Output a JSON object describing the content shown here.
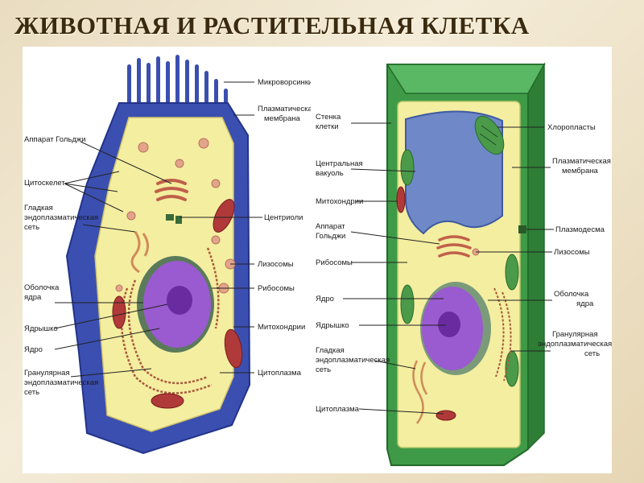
{
  "title": "ЖИВОТНАЯ И РАСТИТЕЛЬНАЯ  КЛЕТКА",
  "animal_cell": {
    "labels": {
      "microvilli": "Микроворсинки",
      "plasma_membrane_1": "Плазматическая",
      "plasma_membrane_2": "мембрана",
      "golgi": "Аппарат Гольджи",
      "cytoskeleton": "Цитоскелет",
      "smooth_er_1": "Гладкая",
      "smooth_er_2": "эндоплазматическая",
      "smooth_er_3": "сеть",
      "centrioles": "Центриоли",
      "lysosomes": "Лизосомы",
      "nuclear_envelope_1": "Оболочка",
      "nuclear_envelope_2": "ядра",
      "ribosomes": "Рибосомы",
      "nucleolus": "Ядрышко",
      "mitochondria": "Митохондрии",
      "nucleus": "Ядро",
      "cytoplasm": "Цитоплазма",
      "rough_er_1": "Гранулярная",
      "rough_er_2": "эндоплазматическая",
      "rough_er_3": "сеть"
    }
  },
  "plant_cell": {
    "labels": {
      "cell_wall_1": "Стенка",
      "cell_wall_2": "клетки",
      "chloroplasts": "Хлоропласты",
      "central_vacuole_1": "Центральная",
      "central_vacuole_2": "вакуоль",
      "plasma_membrane_1": "Плазматическая",
      "plasma_membrane_2": "мембрана",
      "mitochondria": "Митохондрии",
      "plasmodesma": "Плазмодесма",
      "golgi_1": "Аппарат",
      "golgi_2": "Гольджи",
      "lysosomes": "Лизосомы",
      "ribosomes": "Рибосомы",
      "nucleus": "Ядро",
      "nuclear_envelope_1": "Оболочка",
      "nuclear_envelope_2": "ядра",
      "nucleolus": "Ядрышко",
      "rough_er_1": "Гранулярная",
      "rough_er_2": "эндоплазматическая",
      "rough_er_3": "сеть",
      "smooth_er_1": "Гладкая",
      "smooth_er_2": "эндоплазматическая",
      "smooth_er_3": "сеть",
      "cytoplasm": "Цитоплазма"
    }
  },
  "colors": {
    "animal_membrane": "#3b4fb0",
    "cytoplasm": "#f4eea0",
    "nucleus": "#9a5ad0",
    "mitochondria": "#b03a3a",
    "plant_wall": "#3f9a48",
    "vacuole": "#6f88c8",
    "chloroplast": "#4a9a4a"
  }
}
